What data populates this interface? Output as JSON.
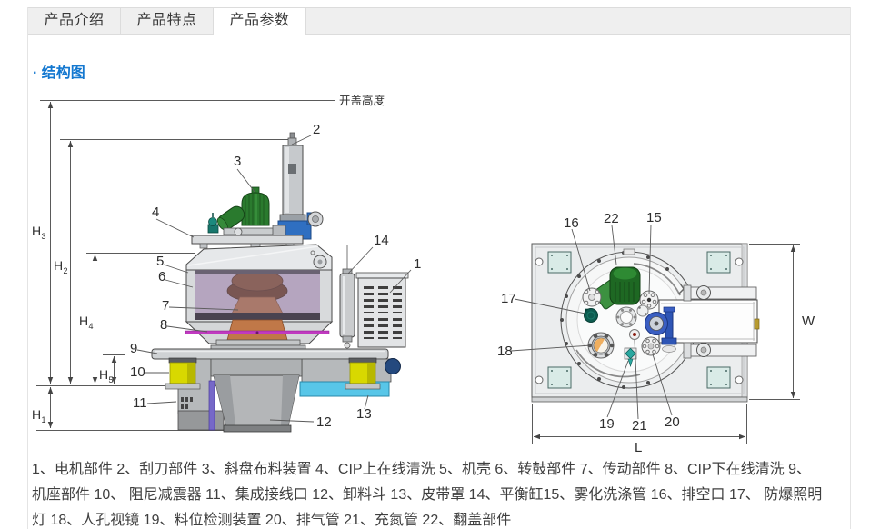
{
  "tabs": {
    "items": [
      {
        "label": "产品介绍",
        "active": false
      },
      {
        "label": "产品特点",
        "active": false
      },
      {
        "label": "产品参数",
        "active": true
      }
    ]
  },
  "section": {
    "title": "· 结构图"
  },
  "left_diagram": {
    "open_height_label": "开盖高度",
    "dim_labels": {
      "h3": {
        "base": "H",
        "sub": "3"
      },
      "h2": {
        "base": "H",
        "sub": "2"
      },
      "h4": {
        "base": "H",
        "sub": "4"
      },
      "h5": {
        "base": "H",
        "sub": "5"
      },
      "h1": {
        "base": "H",
        "sub": "1"
      }
    },
    "callouts": {
      "c1": "1",
      "c2": "2",
      "c3": "3",
      "c4": "4",
      "c5": "5",
      "c6": "6",
      "c7": "7",
      "c8": "8",
      "c9": "9",
      "c10": "10",
      "c11": "11",
      "c12": "12",
      "c13": "13",
      "c14": "14"
    }
  },
  "right_diagram": {
    "dim_w": "W",
    "dim_l": "L",
    "callouts": {
      "c15": "15",
      "c16": "16",
      "c17": "17",
      "c18": "18",
      "c19": "19",
      "c20": "20",
      "c21": "21",
      "c22": "22"
    }
  },
  "caption": {
    "lines": [
      "1、电机部件 2、刮刀部件 3、斜盘布料装置 4、CIP上在线清洗 5、机壳 6、转鼓部件 7、传动部件 8、CIP下在线清洗 9、",
      "机座部件 10、 阻尼减震器 11、集成接线口 12、卸料斗 13、皮带罩 14、平衡缸15、雾化洗涤管 16、排空口 17、 防爆照明",
      "灯 18、人孔视镜 19、料位检测装置 20、排气管 21、充氮管 22、翻盖部件"
    ]
  }
}
